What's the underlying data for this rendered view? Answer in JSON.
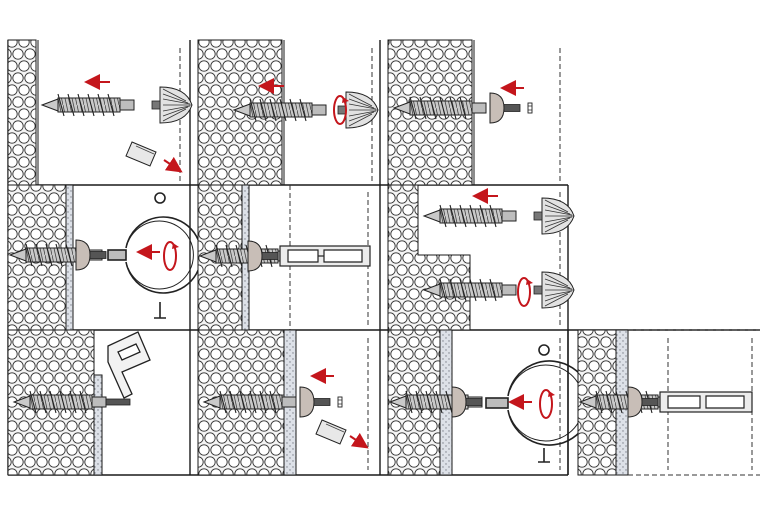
{
  "diagram": {
    "panels": [
      {
        "id": "p1",
        "row": 1,
        "col": 1,
        "wall": "masonry",
        "fixture": "fan-anchor",
        "actions": [
          "push-left",
          "nut-out"
        ]
      },
      {
        "id": "p2",
        "row": 1,
        "col": 2,
        "wall": "masonry",
        "fixture": "fan-anchor",
        "actions": [
          "rotate"
        ]
      },
      {
        "id": "p3",
        "row": 1,
        "col": 3,
        "wall": "masonry",
        "fixture": "washer-nut",
        "actions": [
          "push-left"
        ]
      },
      {
        "id": "p4",
        "row": 2,
        "col": 1,
        "wall": "insulated-masonry",
        "fixture": "pipe-clamp",
        "actions": [
          "rotate"
        ]
      },
      {
        "id": "p5",
        "row": 2,
        "col": 2,
        "wall": "insulated-masonry",
        "fixture": "sleeve-coupler",
        "actions": []
      },
      {
        "id": "p6",
        "row": 2,
        "col": 3,
        "wall": "masonry-step",
        "fixture": "fan-anchor",
        "actions": [
          "push-left",
          "rotate"
        ]
      },
      {
        "id": "p7",
        "row": 3,
        "col": 1,
        "wall": "insulated-masonry",
        "fixture": "bracket-plate",
        "actions": []
      },
      {
        "id": "p8",
        "row": 3,
        "col": 2,
        "wall": "insulated-masonry",
        "fixture": "washer-nut",
        "actions": [
          "push-left",
          "nut-out"
        ]
      },
      {
        "id": "p9",
        "row": 3,
        "col": 3,
        "wall": "insulated-masonry",
        "fixture": "pipe-clamp",
        "actions": [
          "push-left",
          "rotate"
        ]
      },
      {
        "id": "p10",
        "row": 3,
        "col": 4,
        "wall": "insulated-masonry",
        "fixture": "sleeve-coupler",
        "actions": []
      }
    ],
    "colors": {
      "line": "#1a1a1a",
      "arrow": "#c4161c",
      "washer": "#c8beb7",
      "metal": "#9a9a9a",
      "insulation": "#d9dde4",
      "background": "#ffffff"
    }
  }
}
